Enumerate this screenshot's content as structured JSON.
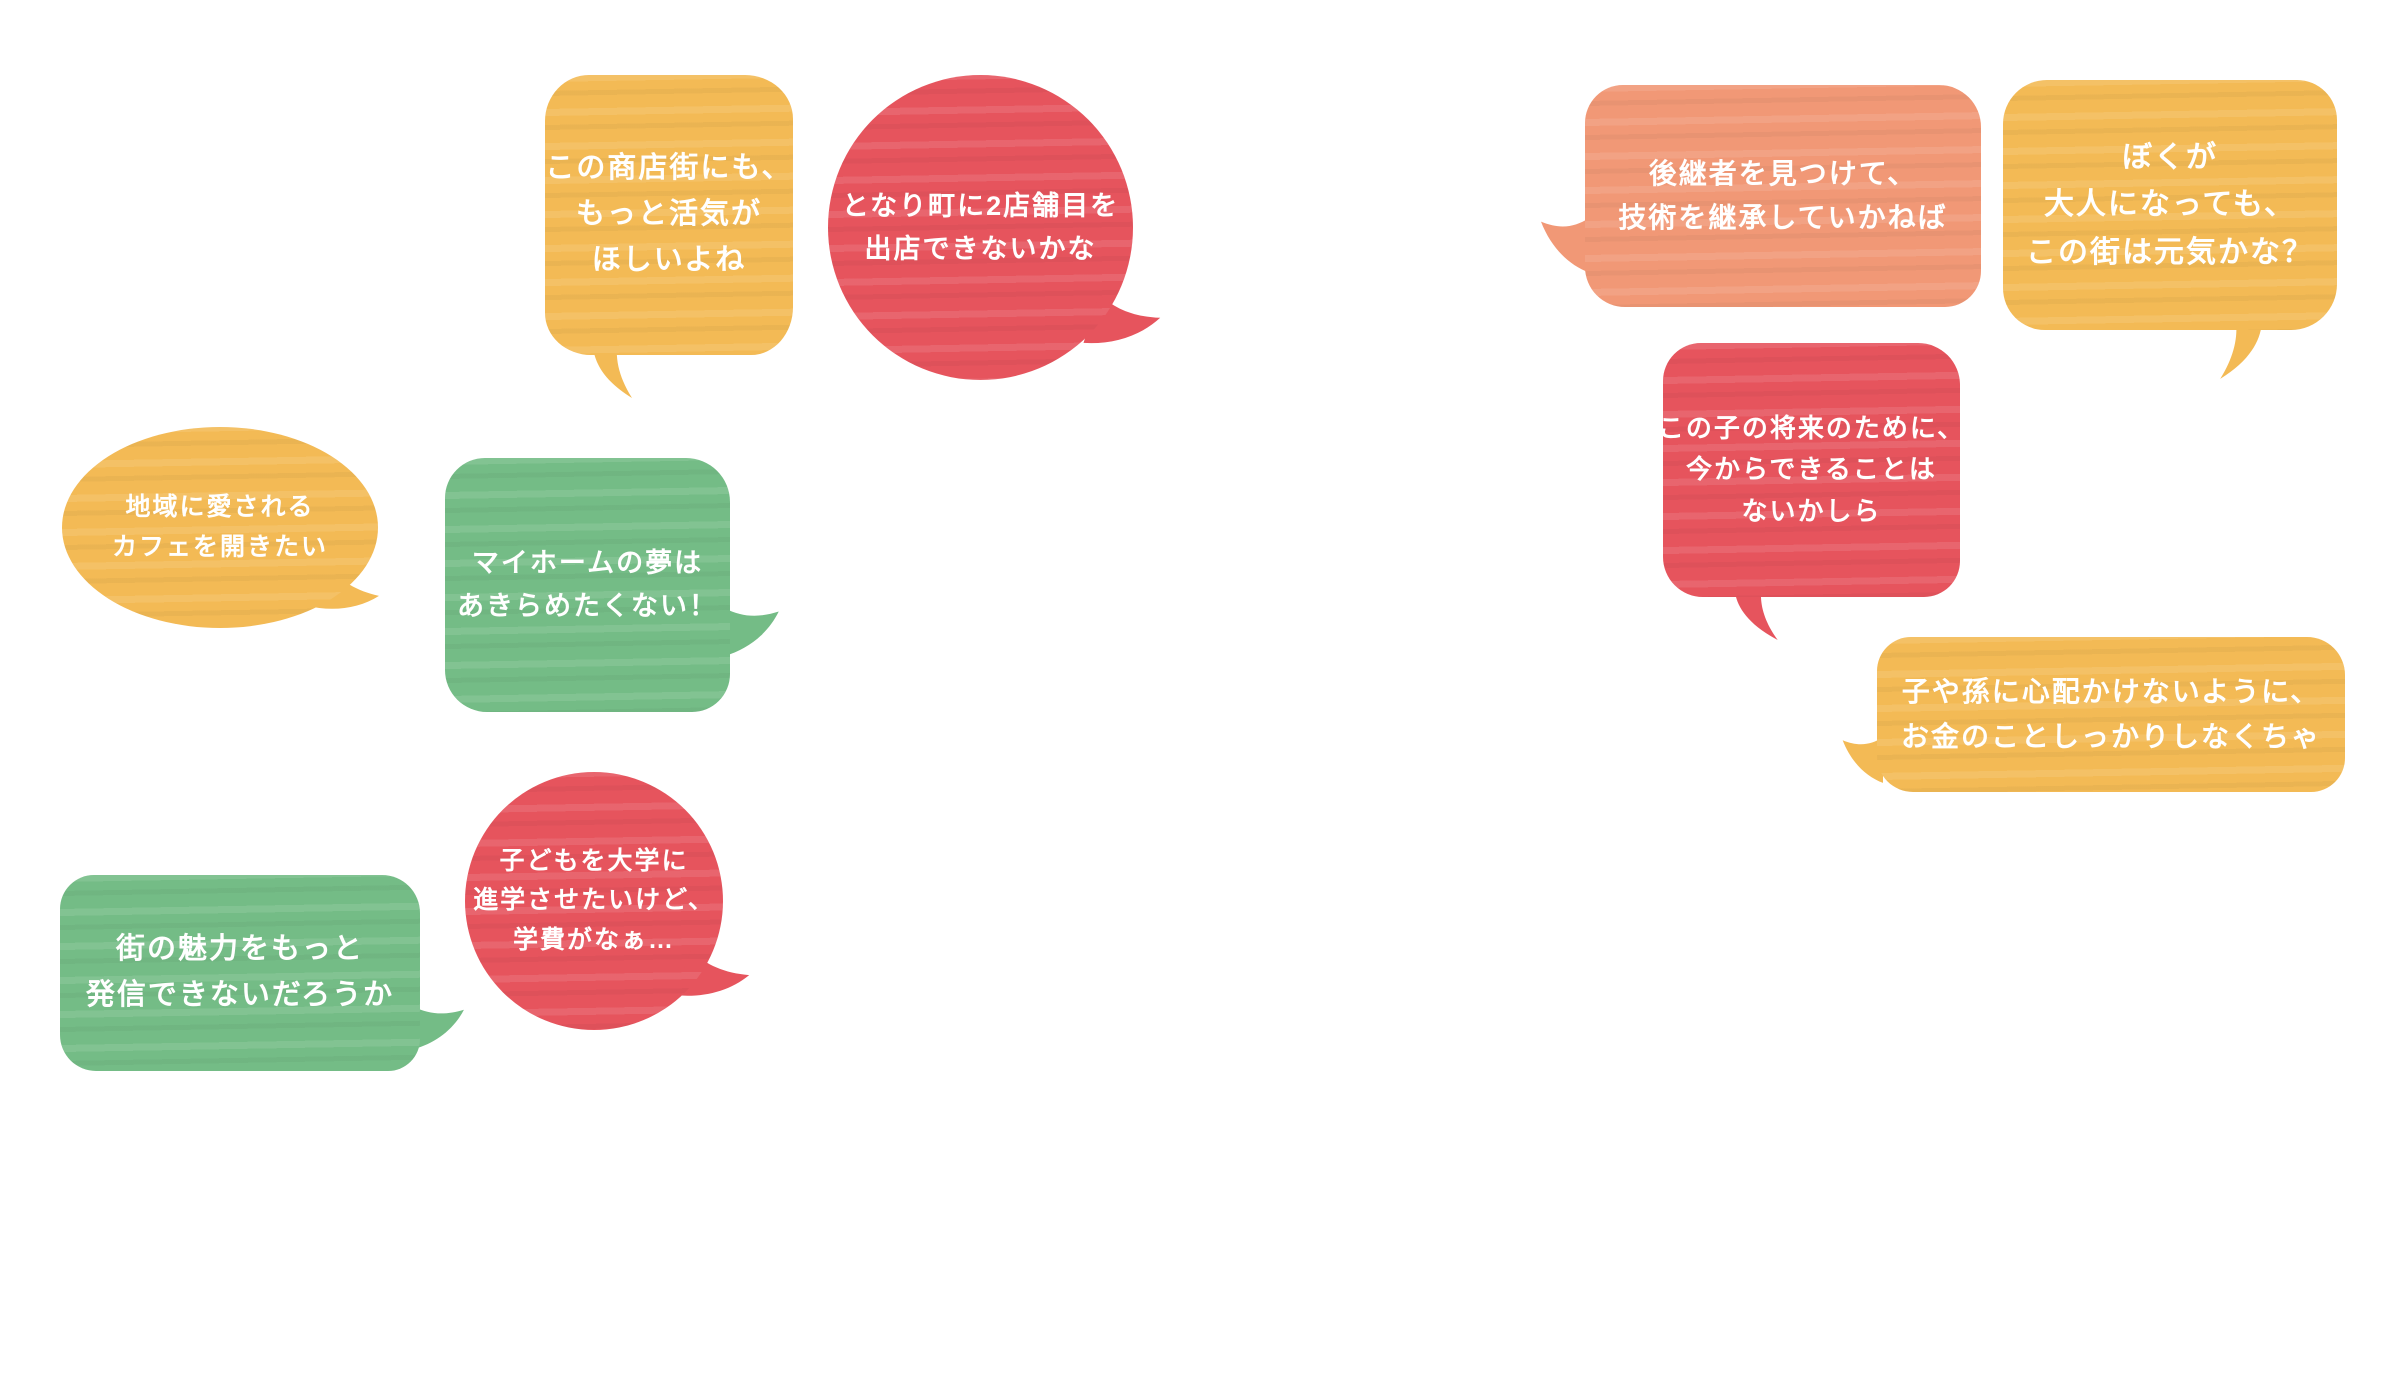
{
  "page": {
    "background": "#ffffff",
    "text_color": "#ffffff",
    "description": "speech-bubble voices graphic"
  },
  "palette": {
    "yellow": "#F3BA55",
    "red": "#E6545D",
    "green": "#74BC86",
    "salmon": "#F19876"
  },
  "bubbles": [
    {
      "id": "shotengai",
      "color": "yellow",
      "shape": "rounded-square",
      "tail": "bottom-left",
      "lines": [
        "この商店街にも、",
        "もっと活気が",
        "ほしいよね"
      ]
    },
    {
      "id": "tonarimachi",
      "color": "red",
      "shape": "circle",
      "tail": "right",
      "lines": [
        "となり町に2店舗目を",
        "出店できないかな"
      ]
    },
    {
      "id": "cafe",
      "color": "yellow",
      "shape": "ellipse",
      "tail": "bottom-right",
      "lines": [
        "地域に愛される",
        "カフェを開きたい"
      ]
    },
    {
      "id": "myhome",
      "color": "green",
      "shape": "rounded-square",
      "tail": "right",
      "lines": [
        "マイホームの夢は",
        "あきらめたくない！"
      ]
    },
    {
      "id": "daigaku",
      "color": "red",
      "shape": "circle",
      "tail": "bottom-right",
      "lines": [
        "子どもを大学に",
        "進学させたいけど、",
        "学費がなぁ…"
      ]
    },
    {
      "id": "machi",
      "color": "green",
      "shape": "rounded-rect",
      "tail": "right",
      "lines": [
        "街の魅力をもっと",
        "発信できないだろうか"
      ]
    },
    {
      "id": "koukeisha",
      "color": "salmon",
      "shape": "rounded-rect",
      "tail": "left",
      "lines": [
        "後継者を見つけて、",
        "技術を継承していかねば"
      ]
    },
    {
      "id": "boku",
      "color": "yellow",
      "shape": "rounded-square",
      "tail": "bottom",
      "lines": [
        "ぼくが",
        "大人になっても、",
        "この街は元気かな？"
      ]
    },
    {
      "id": "konoko",
      "color": "red",
      "shape": "rounded-square",
      "tail": "bottom-left",
      "lines": [
        "この子の将来のために、",
        "今からできることは",
        "ないかしら"
      ]
    },
    {
      "id": "okane",
      "color": "yellow",
      "shape": "rounded-rect",
      "tail": "left",
      "lines": [
        "子や孫に心配かけないように、",
        "お金のことしっかりしなくちゃ"
      ]
    }
  ]
}
